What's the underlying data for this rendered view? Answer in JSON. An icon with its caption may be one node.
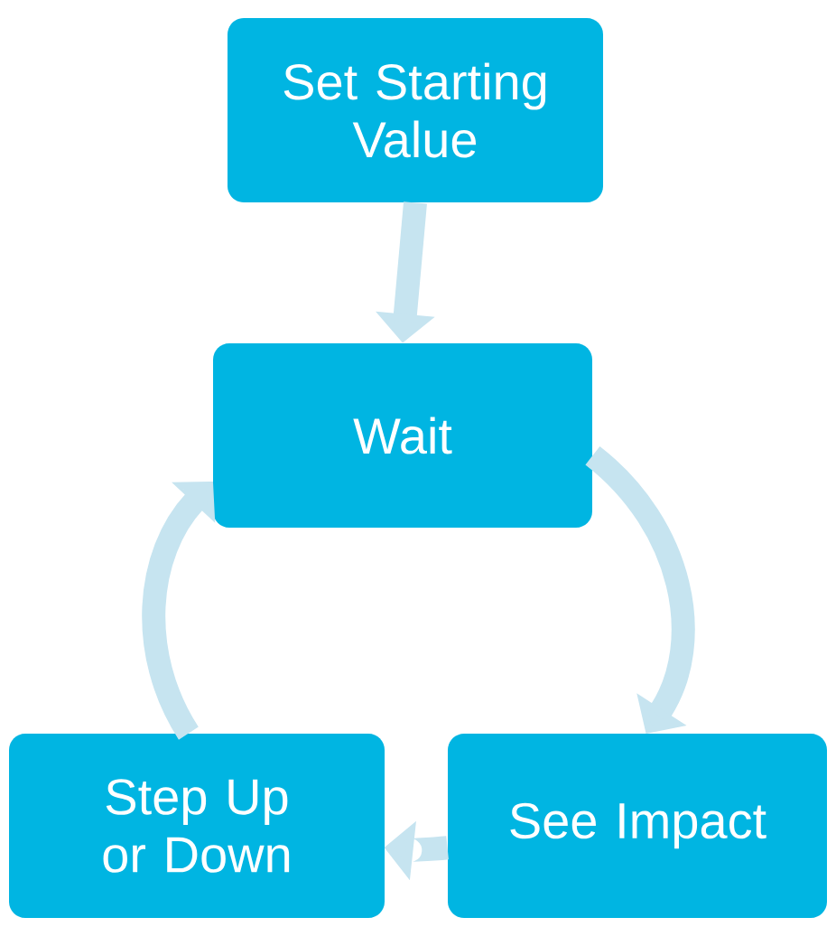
{
  "diagram": {
    "nodes": [
      {
        "text": [
          "Set Starting Value"
        ]
      },
      {
        "text": [
          "Wait"
        ]
      },
      {
        "text": [
          "See Impact"
        ]
      },
      {
        "text": [
          "Step Up or Down"
        ]
      }
    ],
    "edges": [
      {
        "from": 0,
        "to": 1,
        "arrow": "to"
      },
      {
        "from": 1,
        "to": 2,
        "arrow": "to"
      },
      {
        "from": 2,
        "to": 3,
        "arrow": "to"
      },
      {
        "from": 3,
        "to": 1,
        "arrow": "to"
      }
    ]
  }
}
